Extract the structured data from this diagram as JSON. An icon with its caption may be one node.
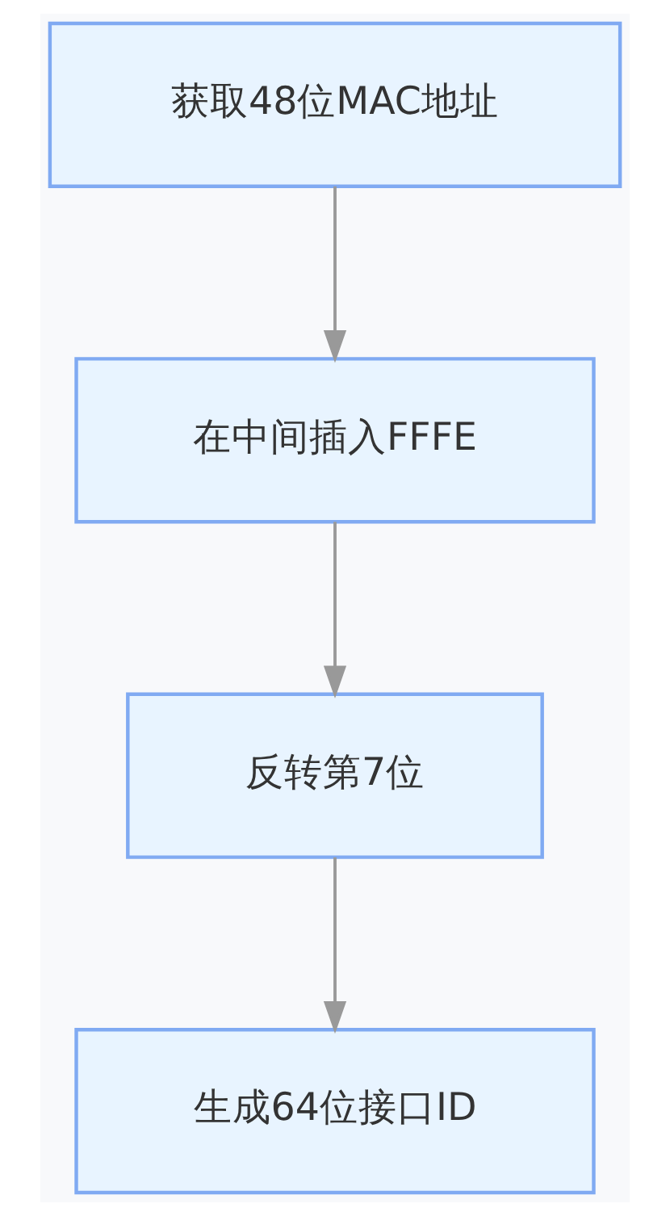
{
  "diagram": {
    "nodes": [
      {
        "text": [
          "获取48位MAC地址"
        ]
      },
      {
        "text": [
          "在中间插入FFFE"
        ]
      },
      {
        "text": [
          "反转第7位"
        ]
      },
      {
        "text": [
          "生成64位接口ID"
        ]
      }
    ],
    "edges": [
      {
        "from": 0,
        "to": 1,
        "arrow": "to"
      },
      {
        "from": 1,
        "to": 2,
        "arrow": "to"
      },
      {
        "from": 2,
        "to": 3,
        "arrow": "to"
      }
    ]
  }
}
